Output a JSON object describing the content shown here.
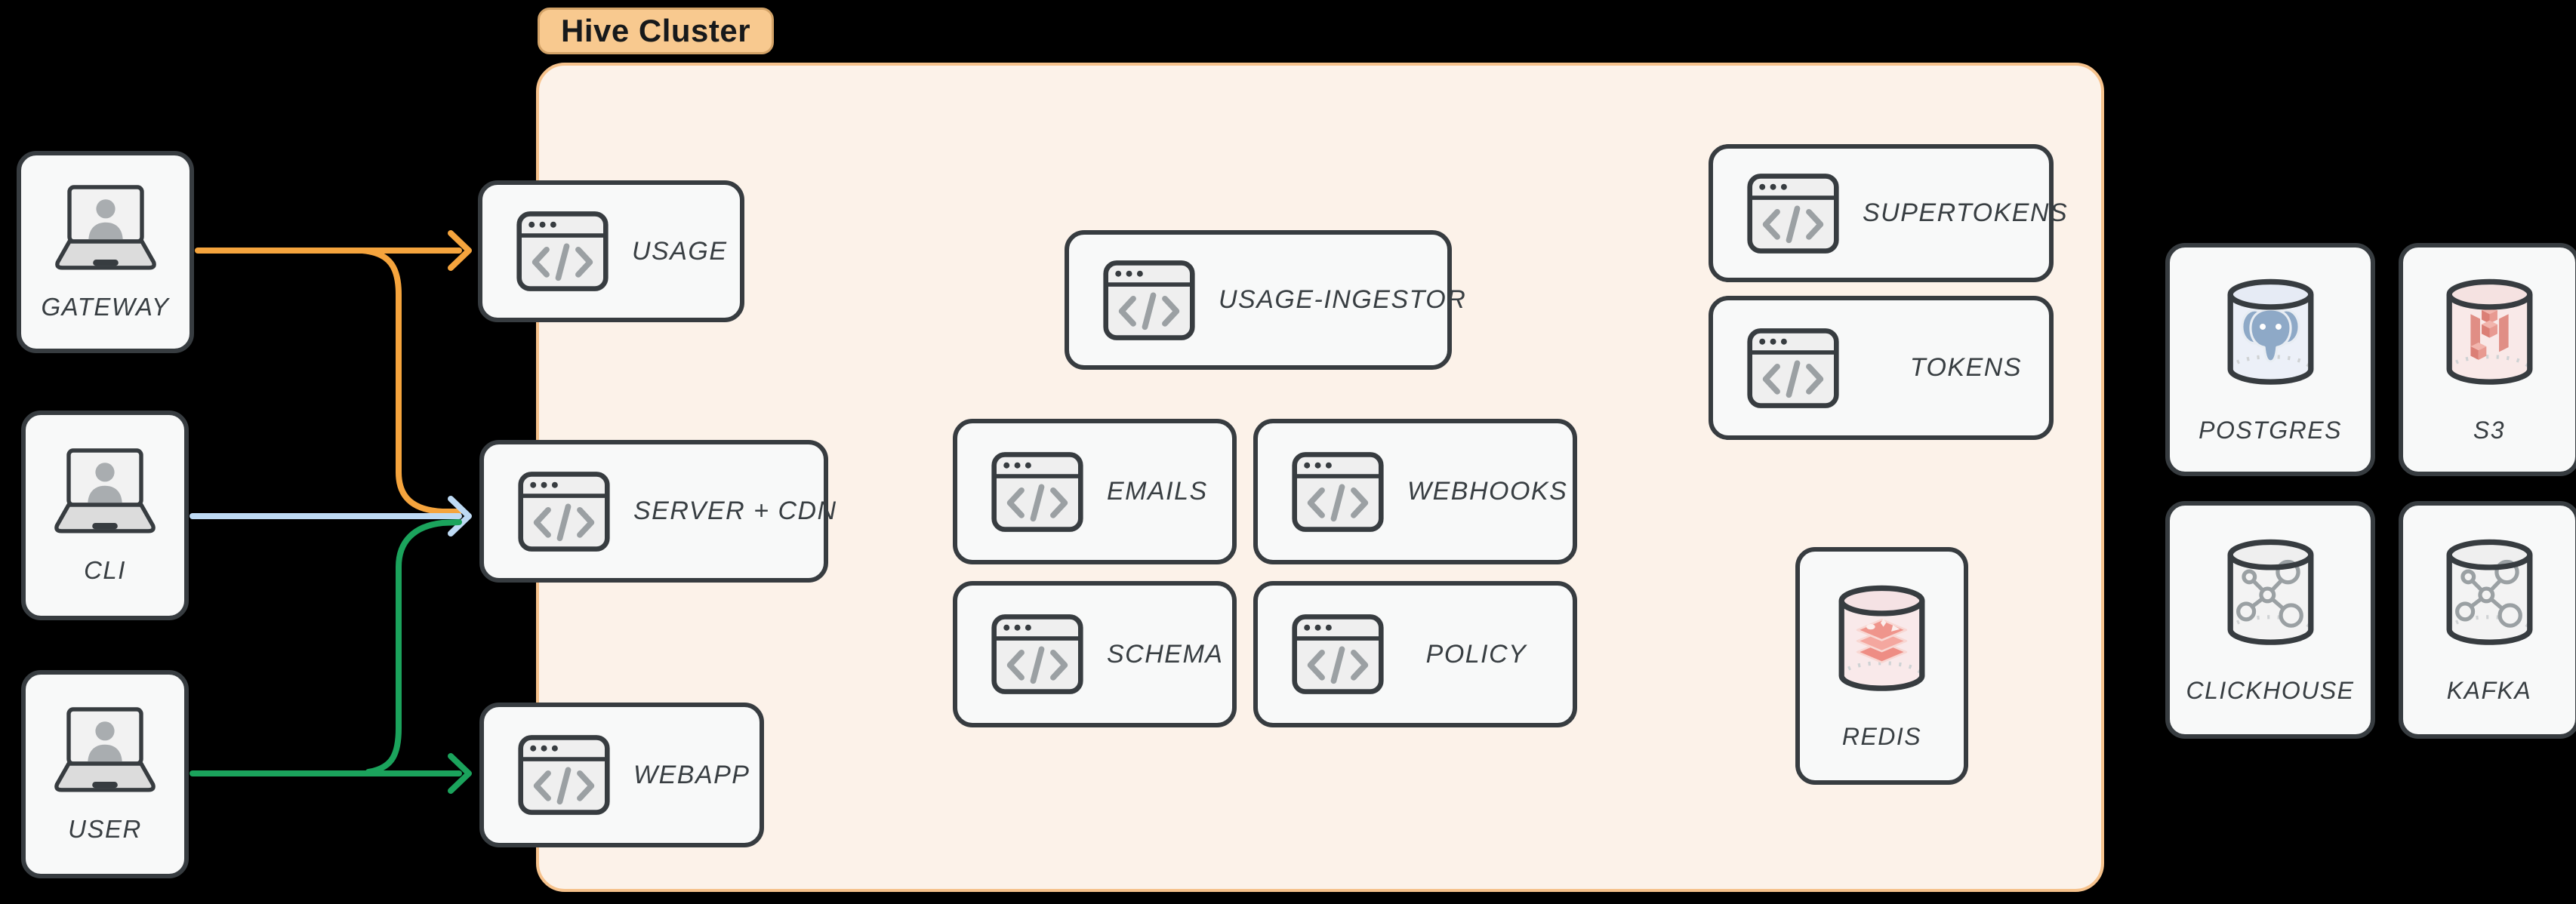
{
  "cluster": {
    "label": "Hive Cluster"
  },
  "nodes": {
    "gateway": {
      "label": "GATEWAY",
      "icon": "laptop-user-icon"
    },
    "cli": {
      "label": "CLI",
      "icon": "laptop-user-icon"
    },
    "user": {
      "label": "USER",
      "icon": "laptop-user-icon"
    },
    "usage": {
      "label": "USAGE",
      "icon": "code-window-icon"
    },
    "server_cdn": {
      "label": "SERVER + CDN",
      "icon": "code-window-icon"
    },
    "webapp": {
      "label": "WEBAPP",
      "icon": "code-window-icon"
    },
    "usage_ingestor": {
      "label": "USAGE-INGESTOR",
      "icon": "code-window-icon"
    },
    "emails": {
      "label": "EMAILS",
      "icon": "code-window-icon"
    },
    "webhooks": {
      "label": "WEBHOOKS",
      "icon": "code-window-icon"
    },
    "schema": {
      "label": "SCHEMA",
      "icon": "code-window-icon"
    },
    "policy": {
      "label": "POLICY",
      "icon": "code-window-icon"
    },
    "supertokens": {
      "label": "SUPERTOKENS",
      "icon": "code-window-icon"
    },
    "tokens": {
      "label": "TOKENS",
      "icon": "code-window-icon"
    },
    "redis": {
      "label": "REDIS",
      "icon": "redis-database-icon"
    },
    "postgres": {
      "label": "POSTGRES",
      "icon": "postgres-database-icon"
    },
    "s3": {
      "label": "S3",
      "icon": "s3-database-icon"
    },
    "clickhouse": {
      "label": "CLICKHOUSE",
      "icon": "network-database-icon"
    },
    "kafka": {
      "label": "KAFKA",
      "icon": "network-database-icon"
    }
  },
  "edges": [
    {
      "from": "GATEWAY",
      "to": "USAGE",
      "color": "#f5a43d"
    },
    {
      "from": "GATEWAY",
      "to": "SERVER + CDN",
      "color": "#f5a43d"
    },
    {
      "from": "CLI",
      "to": "SERVER + CDN",
      "color": "#bedaf4"
    },
    {
      "from": "USER",
      "to": "SERVER + CDN",
      "color": "#1ba35c"
    },
    {
      "from": "USER",
      "to": "WEBAPP",
      "color": "#1ba35c"
    }
  ],
  "colors": {
    "bg": "#000000",
    "node_border": "#373c40",
    "node_fill": "#f8f9f9",
    "cluster_fill": "#fcf2e9",
    "cluster_border": "#f6c28c",
    "pill_fill": "#f8c98f",
    "pill_border": "#d2a267",
    "label_color": "#383e42"
  }
}
